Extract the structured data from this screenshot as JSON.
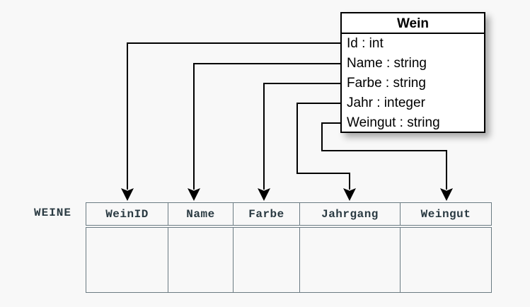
{
  "diagram": {
    "background_color": "#f8f8f8",
    "line_color": "#000000"
  },
  "uml_class": {
    "name": "Wein",
    "attributes": [
      {
        "label": "Id : int",
        "name": "Id",
        "type": "int"
      },
      {
        "label": "Name : string",
        "name": "Name",
        "type": "string"
      },
      {
        "label": "Farbe : string",
        "name": "Farbe",
        "type": "string"
      },
      {
        "label": "Jahr : integer",
        "name": "Jahr",
        "type": "integer"
      },
      {
        "label": "Weingut : string",
        "name": "Weingut",
        "type": "string"
      }
    ]
  },
  "db_table": {
    "label": "WEINE",
    "columns": [
      "WeinID",
      "Name",
      "Farbe",
      "Jahrgang",
      "Weingut"
    ],
    "rows": [
      [
        "",
        "",
        "",
        "",
        ""
      ]
    ],
    "border_color": "#6b7b83",
    "text_color": "#2a3a42"
  },
  "mappings": [
    {
      "from": "Id",
      "to": "WeinID"
    },
    {
      "from": "Name",
      "to": "Name"
    },
    {
      "from": "Farbe",
      "to": "Farbe"
    },
    {
      "from": "Jahr",
      "to": "Jahrgang"
    },
    {
      "from": "Weingut",
      "to": "Weingut"
    }
  ]
}
